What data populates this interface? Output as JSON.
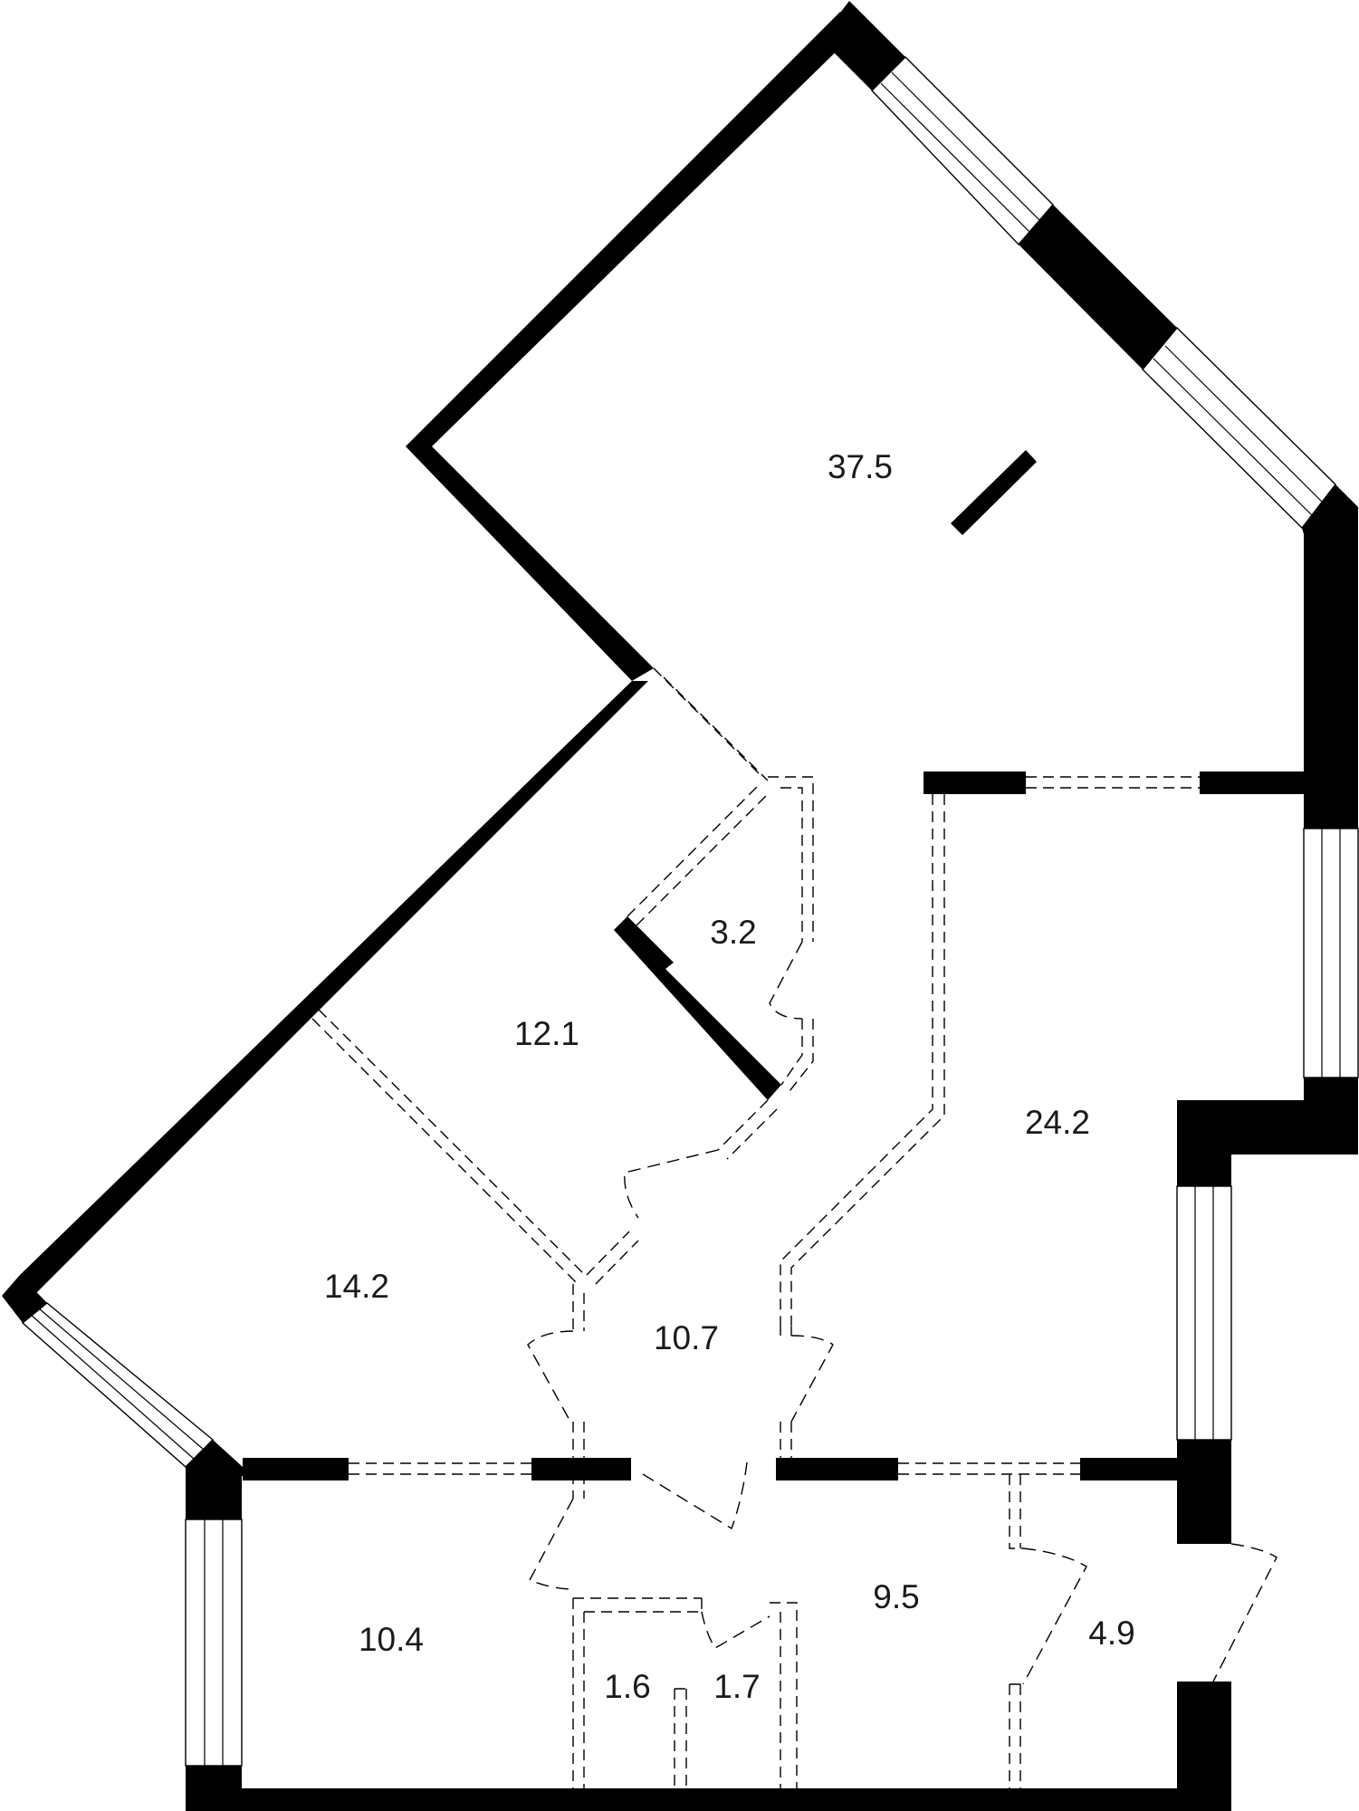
{
  "plan": {
    "colors": {
      "wall": "#000000",
      "background": "#ffffff",
      "text": "#1a1a1a"
    },
    "rooms": [
      {
        "id": "room-37-5",
        "area": "37.5"
      },
      {
        "id": "room-3-2",
        "area": "3.2"
      },
      {
        "id": "room-12-1",
        "area": "12.1"
      },
      {
        "id": "room-24-2",
        "area": "24.2"
      },
      {
        "id": "room-14-2",
        "area": "14.2"
      },
      {
        "id": "room-10-7",
        "area": "10.7"
      },
      {
        "id": "room-9-5",
        "area": "9.5"
      },
      {
        "id": "room-10-4",
        "area": "10.4"
      },
      {
        "id": "room-4-9",
        "area": "4.9"
      },
      {
        "id": "room-1-6",
        "area": "1.6"
      },
      {
        "id": "room-1-7",
        "area": "1.7"
      }
    ]
  }
}
